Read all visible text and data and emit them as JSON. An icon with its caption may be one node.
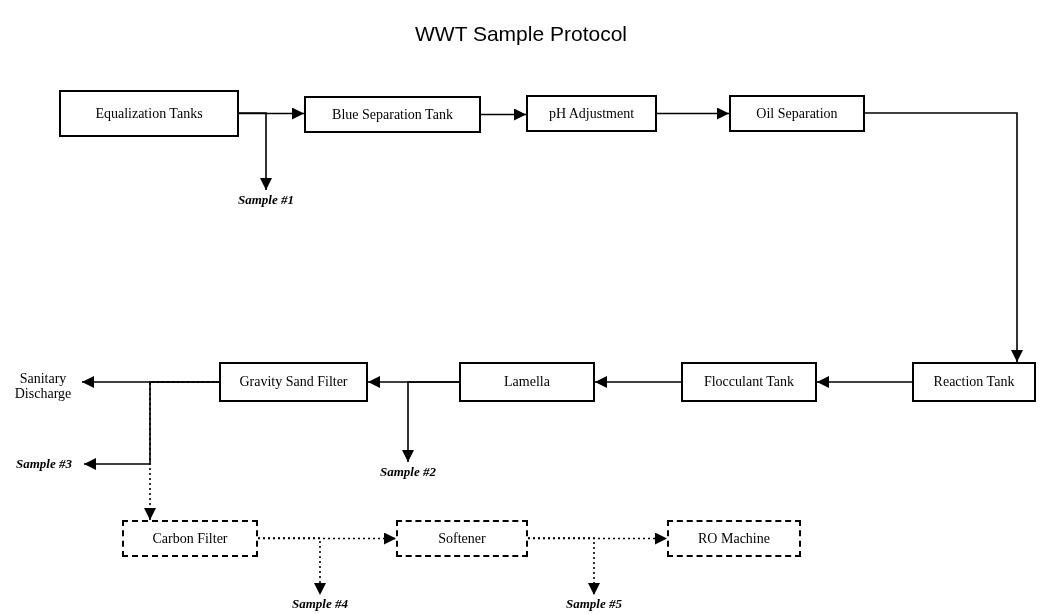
{
  "diagram": {
    "title": "WWT Sample Protocol",
    "nodes": [
      {
        "text": [
          "Equalization Tanks"
        ]
      },
      {
        "text": [
          "Blue Separation Tank"
        ]
      },
      {
        "text": [
          "pH Adjustment"
        ]
      },
      {
        "text": [
          "Oil Separation"
        ]
      },
      {
        "text": [
          "Sample #1"
        ]
      },
      {
        "text": [
          "Reaction Tank"
        ]
      },
      {
        "text": [
          "Flocculant Tank"
        ]
      },
      {
        "text": [
          "Lamella"
        ]
      },
      {
        "text": [
          "Gravity Sand Filter"
        ]
      },
      {
        "text": [
          "Sanitary Discharge"
        ]
      },
      {
        "text": [
          "Sample #2"
        ]
      },
      {
        "text": [
          "Sample #3"
        ]
      },
      {
        "text": [
          "Carbon Filter"
        ]
      },
      {
        "text": [
          "Softener"
        ]
      },
      {
        "text": [
          "RO Machine"
        ]
      },
      {
        "text": [
          "Sample #4"
        ]
      },
      {
        "text": [
          "Sample #5"
        ]
      }
    ],
    "edges": [
      {
        "from": 0,
        "to": 1,
        "arrow": "to"
      },
      {
        "from": 0,
        "to": 4,
        "arrow": "to"
      },
      {
        "from": 1,
        "to": 2,
        "arrow": "to"
      },
      {
        "from": 2,
        "to": 3,
        "arrow": "to"
      },
      {
        "from": 3,
        "to": 5,
        "arrow": "to"
      },
      {
        "from": 5,
        "to": 6,
        "arrow": "to"
      },
      {
        "from": 6,
        "to": 7,
        "arrow": "to"
      },
      {
        "from": 7,
        "to": 8,
        "arrow": "to"
      },
      {
        "from": 7,
        "to": 10,
        "arrow": "to"
      },
      {
        "from": 8,
        "to": 9,
        "arrow": "to"
      },
      {
        "from": 8,
        "to": 11,
        "arrow": "to"
      },
      {
        "from": 8,
        "to": 12,
        "arrow": "to",
        "style": "dashed"
      },
      {
        "from": 12,
        "to": 13,
        "arrow": "to",
        "style": "dashed"
      },
      {
        "from": 12,
        "to": 15,
        "arrow": "to",
        "style": "dashed"
      },
      {
        "from": 13,
        "to": 14,
        "arrow": "to",
        "style": "dashed"
      },
      {
        "from": 13,
        "to": 16,
        "arrow": "to",
        "style": "dashed"
      }
    ]
  }
}
